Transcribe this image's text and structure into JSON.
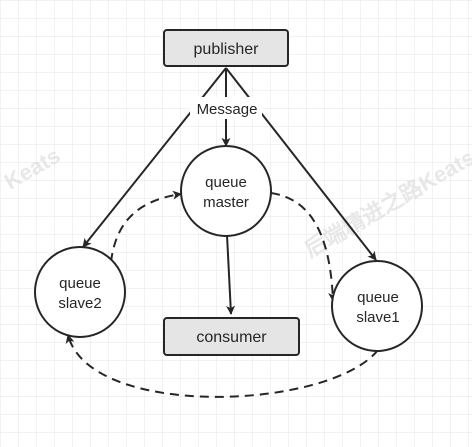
{
  "colors": {
    "background": "#ffffff",
    "grid": "#e6e6e6",
    "box_fill": "#e5e5e5",
    "stroke": "#262626",
    "text": "#262626",
    "watermark": "#d9d9d9"
  },
  "nodes": {
    "publisher": "publisher",
    "consumer": "consumer",
    "master": {
      "line1": "queue",
      "line2": "master"
    },
    "slave2": {
      "line1": "queue",
      "line2": "slave2"
    },
    "slave1": {
      "line1": "queue",
      "line2": "slave1"
    }
  },
  "edges": {
    "message_label": "Message"
  },
  "watermarks": {
    "left": "Keats",
    "right": "后端精进之路Keats"
  }
}
